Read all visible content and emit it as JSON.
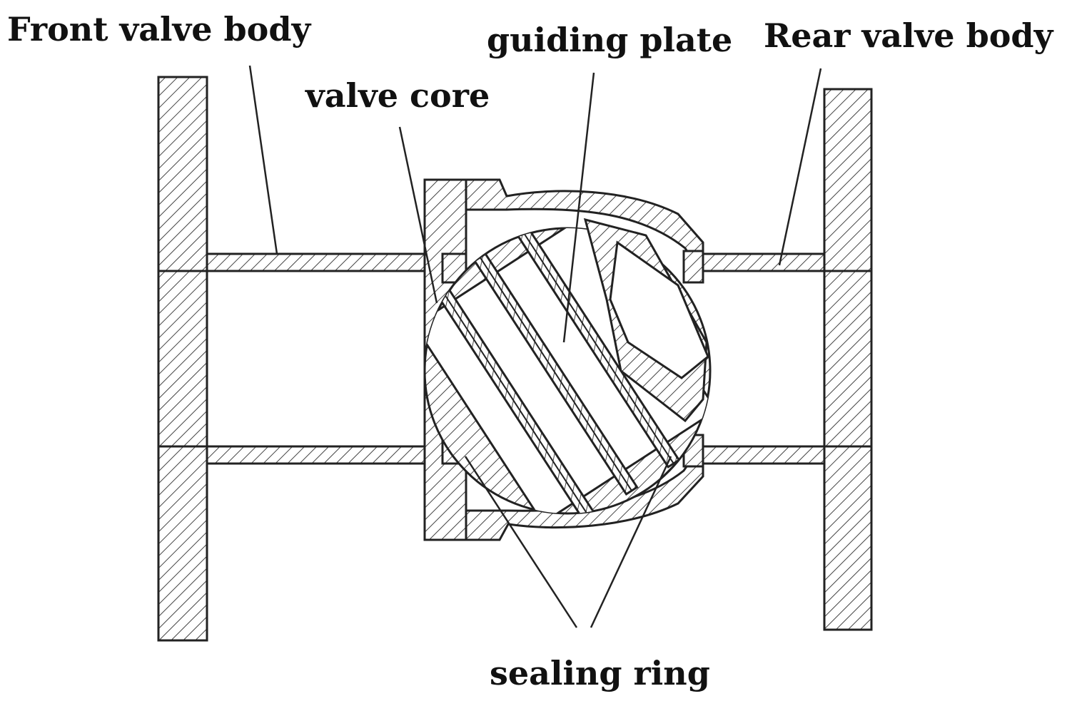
{
  "labels": {
    "front_valve_body": "Front valve body",
    "guiding_plate": "guiding plate",
    "rear_valve_body": "Rear valve body",
    "valve_core": "valve core",
    "sealing_ring": "sealing ring"
  },
  "colors": {
    "line": "#222222",
    "background": "#ffffff"
  }
}
